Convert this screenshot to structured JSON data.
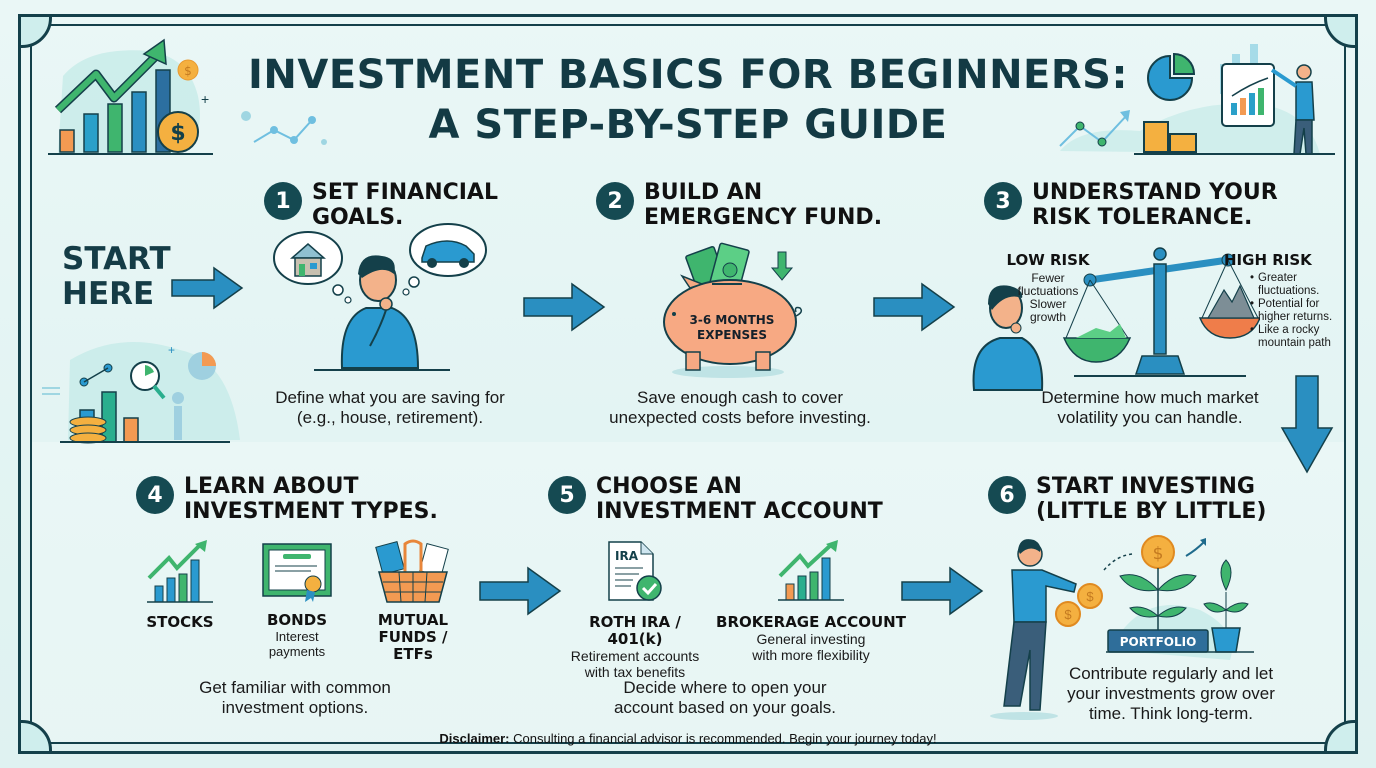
{
  "header": {
    "title_line1": "INVESTMENT BASICS FOR BEGINNERS:",
    "title_line2": "A STEP-BY-STEP GUIDE"
  },
  "start": {
    "line1": "START",
    "line2": "HERE"
  },
  "steps": [
    {
      "number": "1",
      "title_line1": "SET FINANCIAL",
      "title_line2": "GOALS.",
      "description_line1": "Define what you are saving for",
      "description_line2": "(e.g., house, retirement).",
      "icons": [
        "house-thought-icon",
        "car-thought-icon",
        "thinking-person-icon"
      ]
    },
    {
      "number": "2",
      "title_line1": "BUILD AN",
      "title_line2": "EMERGENCY FUND.",
      "piggy_label_line1": "3-6 MONTHS",
      "piggy_label_line2": "EXPENSES",
      "description_line1": "Save enough cash to cover",
      "description_line2": "unexpected costs before investing.",
      "icons": [
        "piggy-bank-icon",
        "cash-icon",
        "down-arrow-icon"
      ]
    },
    {
      "number": "3",
      "title_line1": "UNDERSTAND YOUR",
      "title_line2": "RISK TOLERANCE.",
      "low_risk": {
        "label": "LOW RISK",
        "lines": [
          "Fewer",
          "fluctuations",
          "Slower",
          "growth"
        ]
      },
      "high_risk": {
        "label": "HIGH RISK",
        "bullets": [
          "Greater fluctuations.",
          "Potential for higher returns.",
          "Like a rocky mountain path"
        ]
      },
      "description_line1": "Determine how much market",
      "description_line2": "volatility you can handle.",
      "icons": [
        "balance-scale-icon",
        "thinking-person-icon"
      ]
    },
    {
      "number": "4",
      "title_line1": "LEARN ABOUT",
      "title_line2": "INVESTMENT TYPES.",
      "types": [
        {
          "label": "STOCKS",
          "sub": ""
        },
        {
          "label": "BONDS",
          "sub_line1": "Interest",
          "sub_line2": "payments"
        },
        {
          "label_line1": "MUTUAL",
          "label_line2": "FUNDS /",
          "label_line3": "ETFs"
        }
      ],
      "description_line1": "Get familiar with common",
      "description_line2": "investment options."
    },
    {
      "number": "5",
      "title_line1": "CHOOSE AN",
      "title_line2": "INVESTMENT ACCOUNT",
      "accounts": [
        {
          "label": "ROTH IRA / 401(k)",
          "icon_text": "IRA",
          "sub_line1": "Retirement accounts",
          "sub_line2": "with tax benefits"
        },
        {
          "label": "BROKERAGE ACCOUNT",
          "sub_line1": "General investing",
          "sub_line2": "with more flexibility"
        }
      ],
      "description_line1": "Decide where to open your",
      "description_line2": "account based on your goals."
    },
    {
      "number": "6",
      "title_line1": "START INVESTING",
      "title_line2": "(LITTLE BY LITTLE)",
      "portfolio_label": "PORTFOLIO",
      "description_line1": "Contribute regularly and let",
      "description_line2": "your investments grow over",
      "description_line3": "time. Think long-term."
    }
  ],
  "footer": {
    "disclaimer_label": "Disclaimer:",
    "disclaimer_text": " Consulting a financial advisor is recommended. Begin your journey today!"
  },
  "colors": {
    "dark_teal": "#14404a",
    "arrow_blue": "#2a8fc1",
    "green": "#3fb56e",
    "orange": "#f2a34a",
    "coin": "#f4b040",
    "background": "#e6f6f5"
  }
}
